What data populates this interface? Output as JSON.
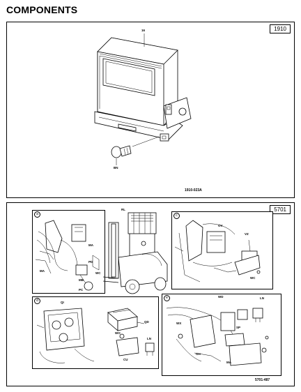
{
  "page": {
    "heading": "COMPONENTS"
  },
  "figure_top": {
    "tag": "1910",
    "drawing_id": "1910-023A",
    "labels": {
      "controller": "16",
      "bolt": "BN"
    }
  },
  "figure_bottom": {
    "tag": "5701",
    "drawing_id": "5701-487",
    "labels": {
      "a_ma1": "MA",
      "a_ma2": "MA",
      "a_mb": "MB",
      "a_wc": "WC",
      "a_pc": "PC",
      "a_pd": "PD",
      "truck_rl": "RL",
      "c_ov": "OV",
      "c_vz": "VZ",
      "c_wc": "WC",
      "d_qi": "QI",
      "d_qd": "QD",
      "d_wo": "WO",
      "d_ln": "LN",
      "d_cu": "CU",
      "e_wd": "WD",
      "e_ln": "LN",
      "e_sp": "SP",
      "e_wx": "WX",
      "e_gh": "GH",
      "e_ma": "MA"
    }
  },
  "icons": {
    "circled_letter": "circled-detail-letter"
  }
}
